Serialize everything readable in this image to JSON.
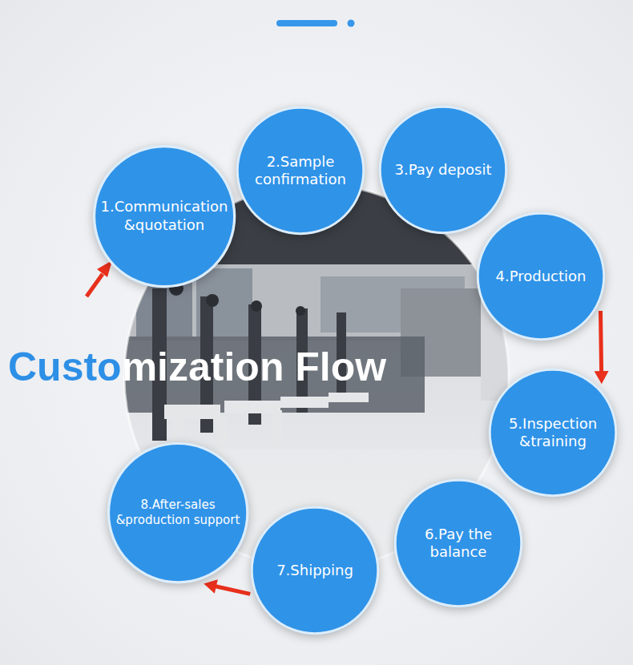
{
  "diagram": {
    "title": "Customization Flow",
    "nodes": [
      {
        "text": [
          "1.Communication &quotation"
        ]
      },
      {
        "text": [
          "2.Sample confirmation"
        ]
      },
      {
        "text": [
          "3.Pay deposit"
        ]
      },
      {
        "text": [
          "4.Production"
        ]
      },
      {
        "text": [
          "5.Inspection &training"
        ]
      },
      {
        "text": [
          "6.Pay the balance"
        ]
      },
      {
        "text": [
          "7.Shipping"
        ]
      },
      {
        "text": [
          "8.After-sales &production support"
        ]
      }
    ],
    "edges": [
      {
        "from": 3,
        "to": 4,
        "arrow": "to"
      },
      {
        "from": 6,
        "to": 7,
        "arrow": "to"
      }
    ]
  }
}
